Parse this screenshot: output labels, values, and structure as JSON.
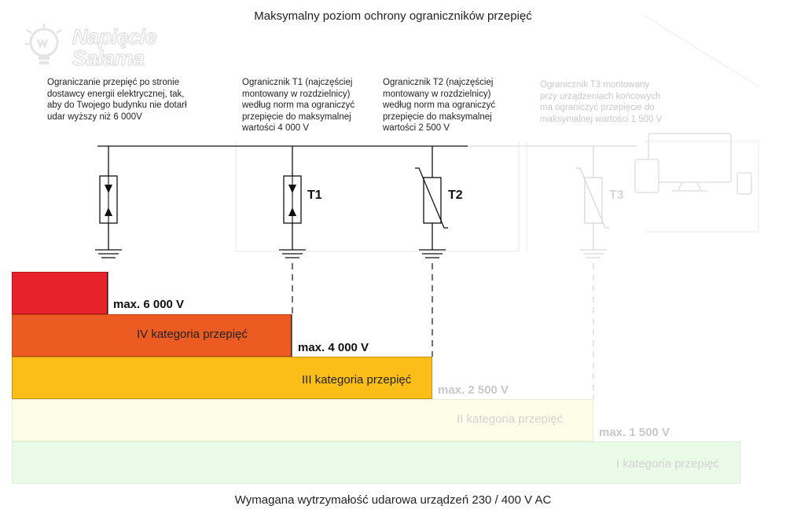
{
  "title": "Maksymalny poziom ochrony ograniczników przepięć",
  "footer": "Wymagana wytrzymałość udarowa urządzeń 230 / 400 V AC",
  "logo": {
    "line1": "Napięcie",
    "line2": "Sałama"
  },
  "descriptions": {
    "supplier": [
      "Ograniczanie przepięć po stronie",
      "dostawcy energii elektrycznej, tak,",
      "aby do Twojego budynku nie dotarł",
      "udar wyższy niż 6 000V"
    ],
    "t1": [
      "Ogranicznik T1 (najczęściej",
      "montowany w rozdzielnicy)",
      "według norm ma ograniczyć",
      "przepięcie do maksymalnej",
      "wartości 4 000 V"
    ],
    "t2": [
      "Ogranicznik T2 (najczęściej",
      "montowany w rozdzielnicy)",
      "według norm ma ograniczyć",
      "przepięcie do maksymalnej",
      "wartości 2 500 V"
    ],
    "t3": [
      "Ogranicznik T3 montowany",
      "przy urządzeniach końcowych",
      "ma ograniczyć przepięcie do",
      "maksymalnej wartości 1 500 V"
    ]
  },
  "devices": {
    "t1": "T1",
    "t2": "T2",
    "t3": "T3"
  },
  "levels": {
    "v6000": "max. 6 000 V",
    "v4000": "max. 4 000 V",
    "v2500": "max. 2 500 V",
    "v1500": "max. 1 500 V"
  },
  "categories": {
    "iv": "IV kategoria przepięć",
    "iii": "III kategoria przepięć",
    "ii": "II kategoria przepięć",
    "i": "I kategoria przepięć"
  },
  "colors": {
    "red": "#e8222a",
    "orange": "#ec5b22",
    "yellow": "#fbbd18",
    "pale_yellow": "#fefee8",
    "pale_green": "#eafbe8"
  },
  "icons": [
    "lightbulb-logo-icon",
    "devices-icon",
    "house-outline-icon",
    "arrester-icon",
    "varistor-icon",
    "ground-icon"
  ]
}
